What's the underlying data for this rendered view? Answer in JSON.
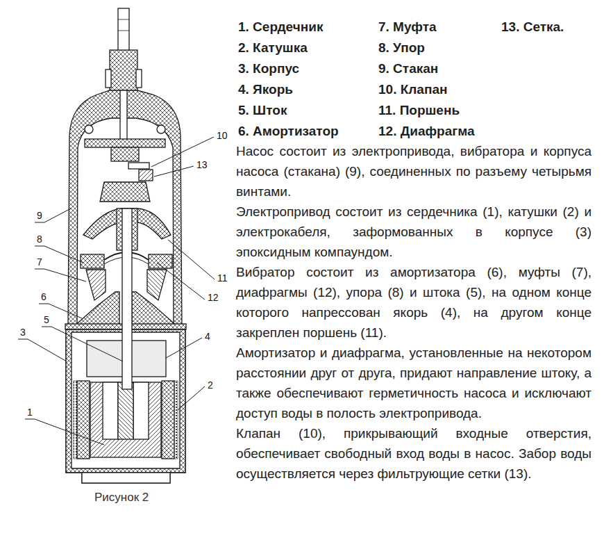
{
  "diagram": {
    "caption": "Рисунок 2",
    "labels": [
      "1. Сердечник",
      "2. Катушка",
      "3. Корпус",
      "4. Якорь",
      "5. Шток",
      "6. Амортизатор",
      "7. Муфта",
      "8. Упор",
      "9. Стакан",
      "10. Клапан",
      "11. Поршень",
      "12. Диафрагма",
      "13. Сетка.",
      "Насос состоит из электропривода, вибратора и корпуса насоса (стакана) (9), соединенных по разъему четырьмя винтами.",
      "Электропривод состоит из сердечника (1), катушки (2) и электрокабеля, заформованных в корпусе (3) эпоксидным компаундом.",
      "Вибратор состоит из амортизатора (6), муфты (7), диафрагмы (12), упора (8) и штока (5), на одном конце которого напрессован якорь (4), на другом конце закреплен поршень (11).",
      "Амортизатор и диафрагма, установленные на некотором расстоянии друг от друга, придают направление штоку, а также обеспечивают герметичность насоса и исключают доступ воды в полость электропривода.",
      "Клапан (10), прикрывающий входные отверстия, обеспечивает свободный вход воды в насос. Забор воды осуществляется через фильтрующие сетки (13).",
      "10",
      "13",
      "9",
      "8",
      "7",
      "6",
      "5",
      "3",
      "11",
      "12",
      "4",
      "2",
      "1"
    ]
  }
}
